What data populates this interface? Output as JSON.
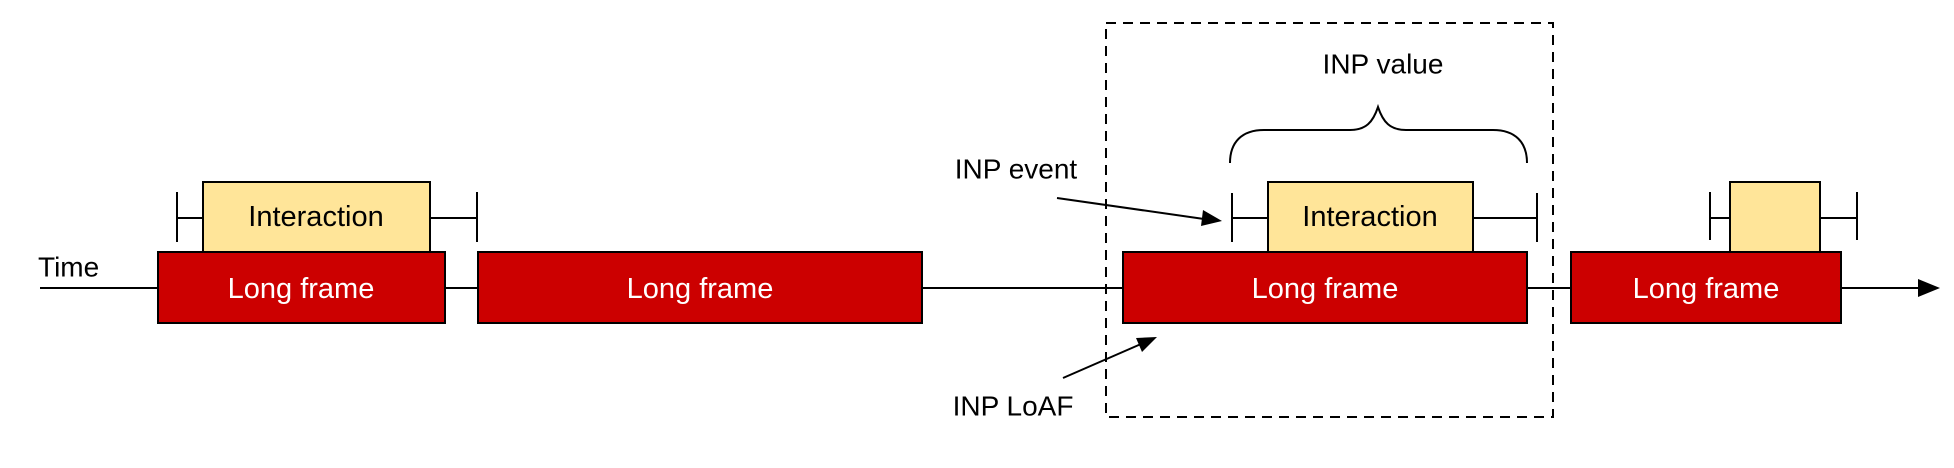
{
  "diagram": {
    "axis": {
      "label": "Time"
    },
    "frames": [
      {
        "label": "Long frame"
      },
      {
        "label": "Long frame"
      },
      {
        "label": "Long frame"
      },
      {
        "label": "Long frame"
      }
    ],
    "interactions": [
      {
        "label": "Interaction"
      },
      {
        "label": "Interaction"
      },
      {
        "label": ""
      }
    ],
    "annotations": {
      "inp_event": "INP event",
      "inp_value": "INP value",
      "inp_loaf": "INP LoAF"
    },
    "colors": {
      "frame_fill": "#cc0000",
      "frame_text": "#ffffff",
      "interaction_fill": "#ffe599",
      "stroke": "#000000"
    }
  }
}
